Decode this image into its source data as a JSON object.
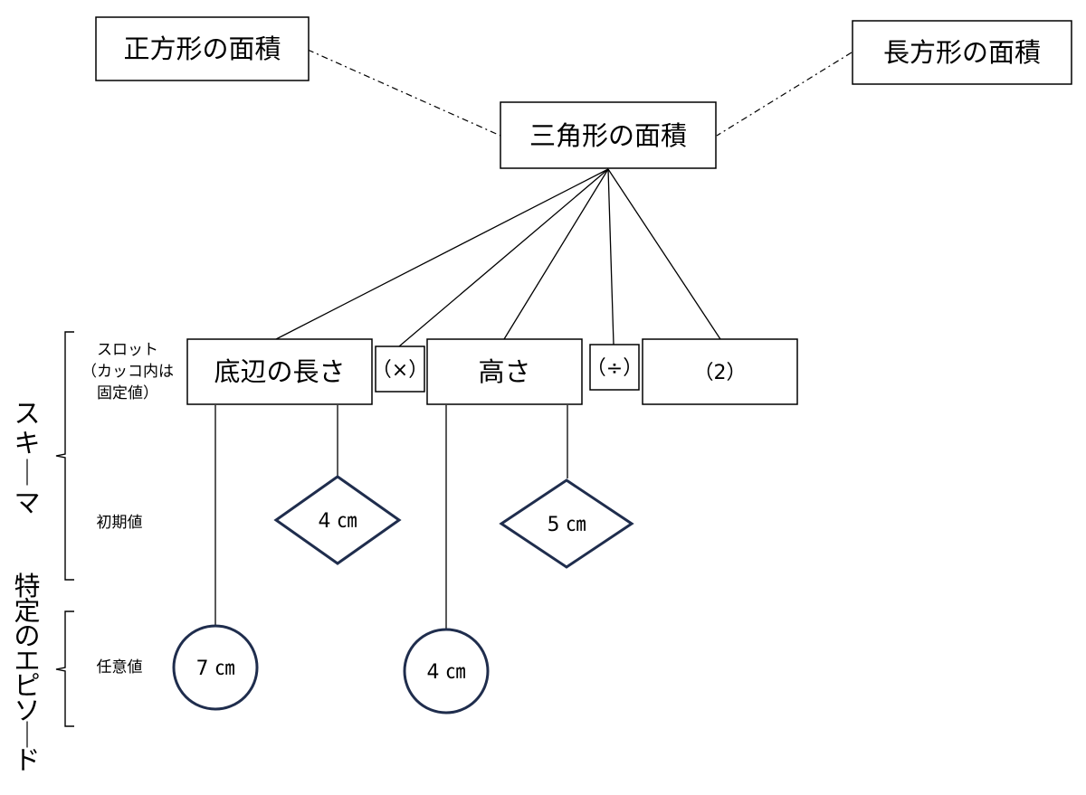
{
  "top_left": "正方形の面積",
  "top_right": "長方形の面積",
  "center": "三角形の面積",
  "slots": {
    "base": "底辺の長さ",
    "times": "（×）",
    "height": "高さ",
    "divide": "（÷）",
    "two": "（2）"
  },
  "initial_values": {
    "base": "4 ㎝",
    "height": "5 ㎝"
  },
  "arbitrary_values": {
    "base": "7 ㎝",
    "height": "4 ㎝"
  },
  "labels": {
    "slot_line1": "スロット",
    "slot_line2": "（カッコ内は",
    "slot_line3": "固定値）",
    "initial": "初期値",
    "arbitrary": "任意値"
  },
  "vertical_labels": {
    "schema": "スキーマ",
    "episode": "特定のエピソード"
  }
}
